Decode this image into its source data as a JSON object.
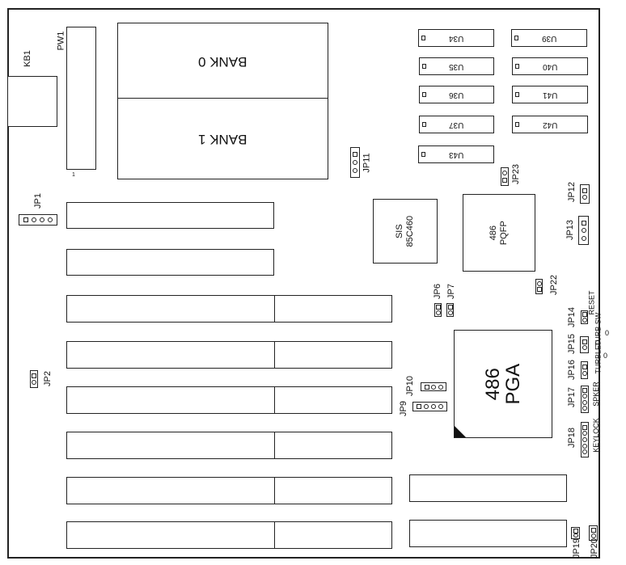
{
  "title": "486 Motherboard Layout",
  "connectors": {
    "kb1": "KB1",
    "pw1": "PW1",
    "pin1_mark": "1"
  },
  "memory": {
    "bank0": "BANK 0",
    "bank1": "BANK 1"
  },
  "chips": {
    "sis_line1": "SIS",
    "sis_line2": "85C460",
    "pqfp_line1": "486",
    "pqfp_line2": "PQFP",
    "pga_line1": "486",
    "pga_line2": "PGA",
    "u": [
      "U34",
      "U35",
      "U36",
      "U37",
      "U43",
      "U39",
      "U40",
      "U41",
      "U42"
    ]
  },
  "jumpers": {
    "jp1": "JP1",
    "jp2": "JP2",
    "jp6": "JP6",
    "jp7": "JP7",
    "jp9": "JP9",
    "jp10": "JP10",
    "jp11": "JP11",
    "jp12": "JP12",
    "jp13": "JP13",
    "jp14": "JP14",
    "jp15": "JP15",
    "jp16": "JP16",
    "jp17": "JP17",
    "jp18": "JP18",
    "jp19": "JP19",
    "jp20": "JP20",
    "jp22": "JP22",
    "jp23": "JP23"
  },
  "front_panel": {
    "reset": "RESET",
    "turbo_sw": "TURB SW",
    "turbo_led": "TURBLED",
    "speaker": "SPKER",
    "keylock": "KEYLOCK"
  },
  "marks": {
    "zero_a": "0",
    "zero_b": "0"
  }
}
